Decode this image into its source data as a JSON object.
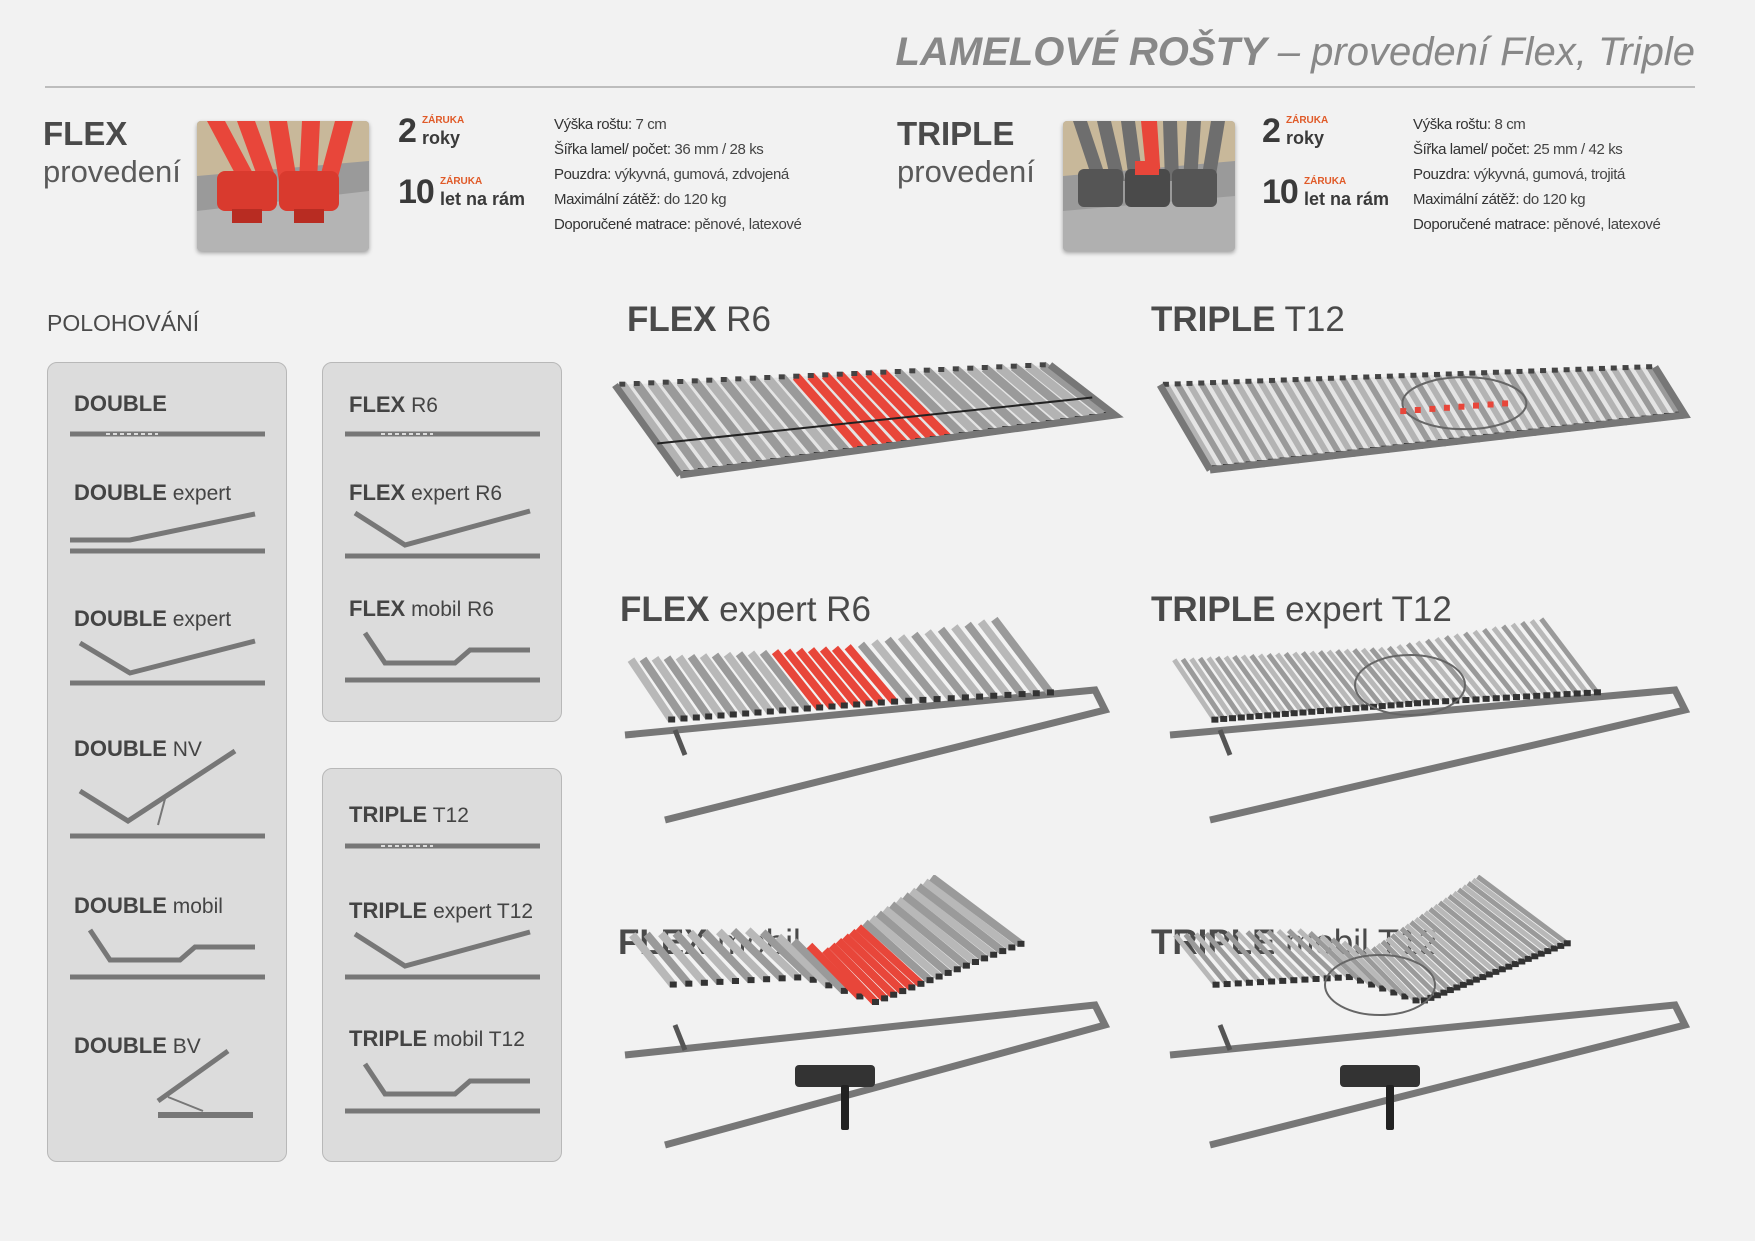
{
  "header": {
    "title_bold": "LAMELOVÉ ROŠTY",
    "title_rest": " – provedení Flex, Triple"
  },
  "flex": {
    "name": "FLEX",
    "sub": "provedení",
    "warranty": [
      {
        "num": "2",
        "tag": "ZÁRUKA",
        "unit": "roky"
      },
      {
        "num": "10",
        "tag": "ZÁRUKA",
        "unit": "let na rám"
      }
    ],
    "specs": [
      {
        "label": "Výška roštu:",
        "value": " 7 cm"
      },
      {
        "label": "Šířka lamel/ počet:",
        "value": " 36 mm / 28 ks"
      },
      {
        "label": "Pouzdra:",
        "value": " výkyvná, gumová, zdvojená"
      },
      {
        "label": "Maximální zátěž:",
        "value": " do 120 kg"
      },
      {
        "label": "Doporučené matrace:",
        "value": " pěnové, latexové"
      }
    ]
  },
  "triple": {
    "name": "TRIPLE",
    "sub": "provedení",
    "warranty": [
      {
        "num": "2",
        "tag": "ZÁRUKA",
        "unit": "roky"
      },
      {
        "num": "10",
        "tag": "ZÁRUKA",
        "unit": "let na rám"
      }
    ],
    "specs": [
      {
        "label": "Výška roštu:",
        "value": " 8 cm"
      },
      {
        "label": "Šířka lamel/ počet:",
        "value": " 25 mm / 42 ks"
      },
      {
        "label": "Pouzdra:",
        "value": " výkyvná, gumová, trojitá"
      },
      {
        "label": "Maximální zátěž:",
        "value": " do 120 kg"
      },
      {
        "label": "Doporučené matrace:",
        "value": " pěnové, latexové"
      }
    ]
  },
  "polohovani": {
    "heading": "POLOHOVÁNÍ",
    "double_panel": [
      {
        "bold": "DOUBLE",
        "rest": ""
      },
      {
        "bold": "DOUBLE",
        "rest": " expert"
      },
      {
        "bold": "DOUBLE",
        "rest": " expert"
      },
      {
        "bold": "DOUBLE",
        "rest": " NV"
      },
      {
        "bold": "DOUBLE",
        "rest": " mobil"
      },
      {
        "bold": "DOUBLE",
        "rest": " BV"
      }
    ],
    "flex_panel": [
      {
        "bold": "FLEX",
        "rest": " R6"
      },
      {
        "bold": "FLEX",
        "rest": " expert R6"
      },
      {
        "bold": "FLEX",
        "rest": " mobil R6"
      }
    ],
    "triple_panel": [
      {
        "bold": "TRIPLE",
        "rest": " T12"
      },
      {
        "bold": "TRIPLE",
        "rest": " expert T12"
      },
      {
        "bold": "TRIPLE",
        "rest": " mobil T12"
      }
    ]
  },
  "products": [
    {
      "bold": "FLEX",
      "rest": " R6"
    },
    {
      "bold": "TRIPLE",
      "rest": " T12"
    },
    {
      "bold": "FLEX",
      "rest": " expert R6"
    },
    {
      "bold": "TRIPLE",
      "rest": " expert T12"
    },
    {
      "bold": "FLEX",
      "rest": " mobil"
    },
    {
      "bold": "TRIPLE",
      "rest": " mobil T12"
    }
  ],
  "colors": {
    "accent_red": "#e8463a",
    "warranty_orange": "#e05a28",
    "frame_grey": "#777777"
  }
}
